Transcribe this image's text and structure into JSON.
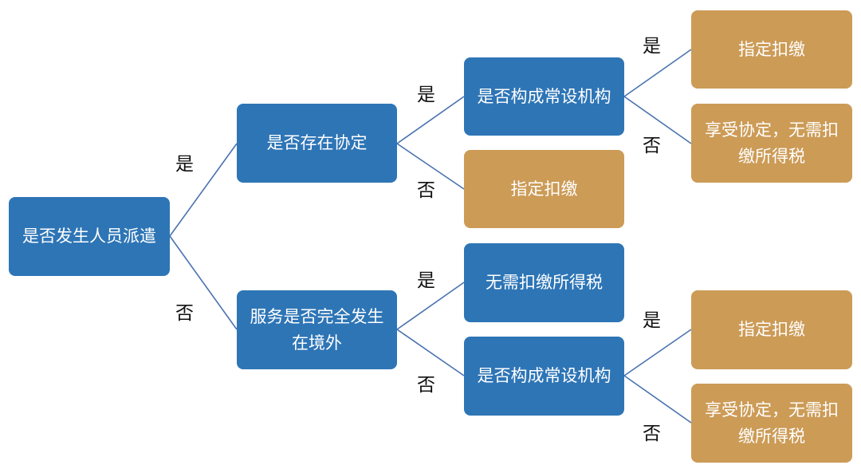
{
  "colors": {
    "decision": "#2e75b6",
    "outcome": "#cc9b56",
    "edge": "#4a72b0"
  },
  "nodes": {
    "root": "是否发生人员派遣",
    "agreement": "是否存在协定",
    "agreement_pe": "是否构成常设机构",
    "agreement_no_withhold": "指定扣缴",
    "agreement_pe_yes": "指定扣缴",
    "agreement_pe_no_line1": "享受协定，无需扣",
    "agreement_pe_no_line2": "缴所得税",
    "service_abroad_line1": "服务是否完全发生",
    "service_abroad_line2": "在境外",
    "service_abroad_yes": "无需扣缴所得税",
    "service_pe": "是否构成常设机构",
    "service_pe_yes": "指定扣缴",
    "service_pe_no_line1": "享受协定，无需扣",
    "service_pe_no_line2": "缴所得税"
  },
  "edge_labels": {
    "root_yes": "是",
    "root_no": "否",
    "agreement_yes": "是",
    "agreement_no": "否",
    "agreement_pe_yes": "是",
    "agreement_pe_no": "否",
    "service_yes": "是",
    "service_no": "否",
    "service_pe_yes": "是",
    "service_pe_no": "否"
  }
}
